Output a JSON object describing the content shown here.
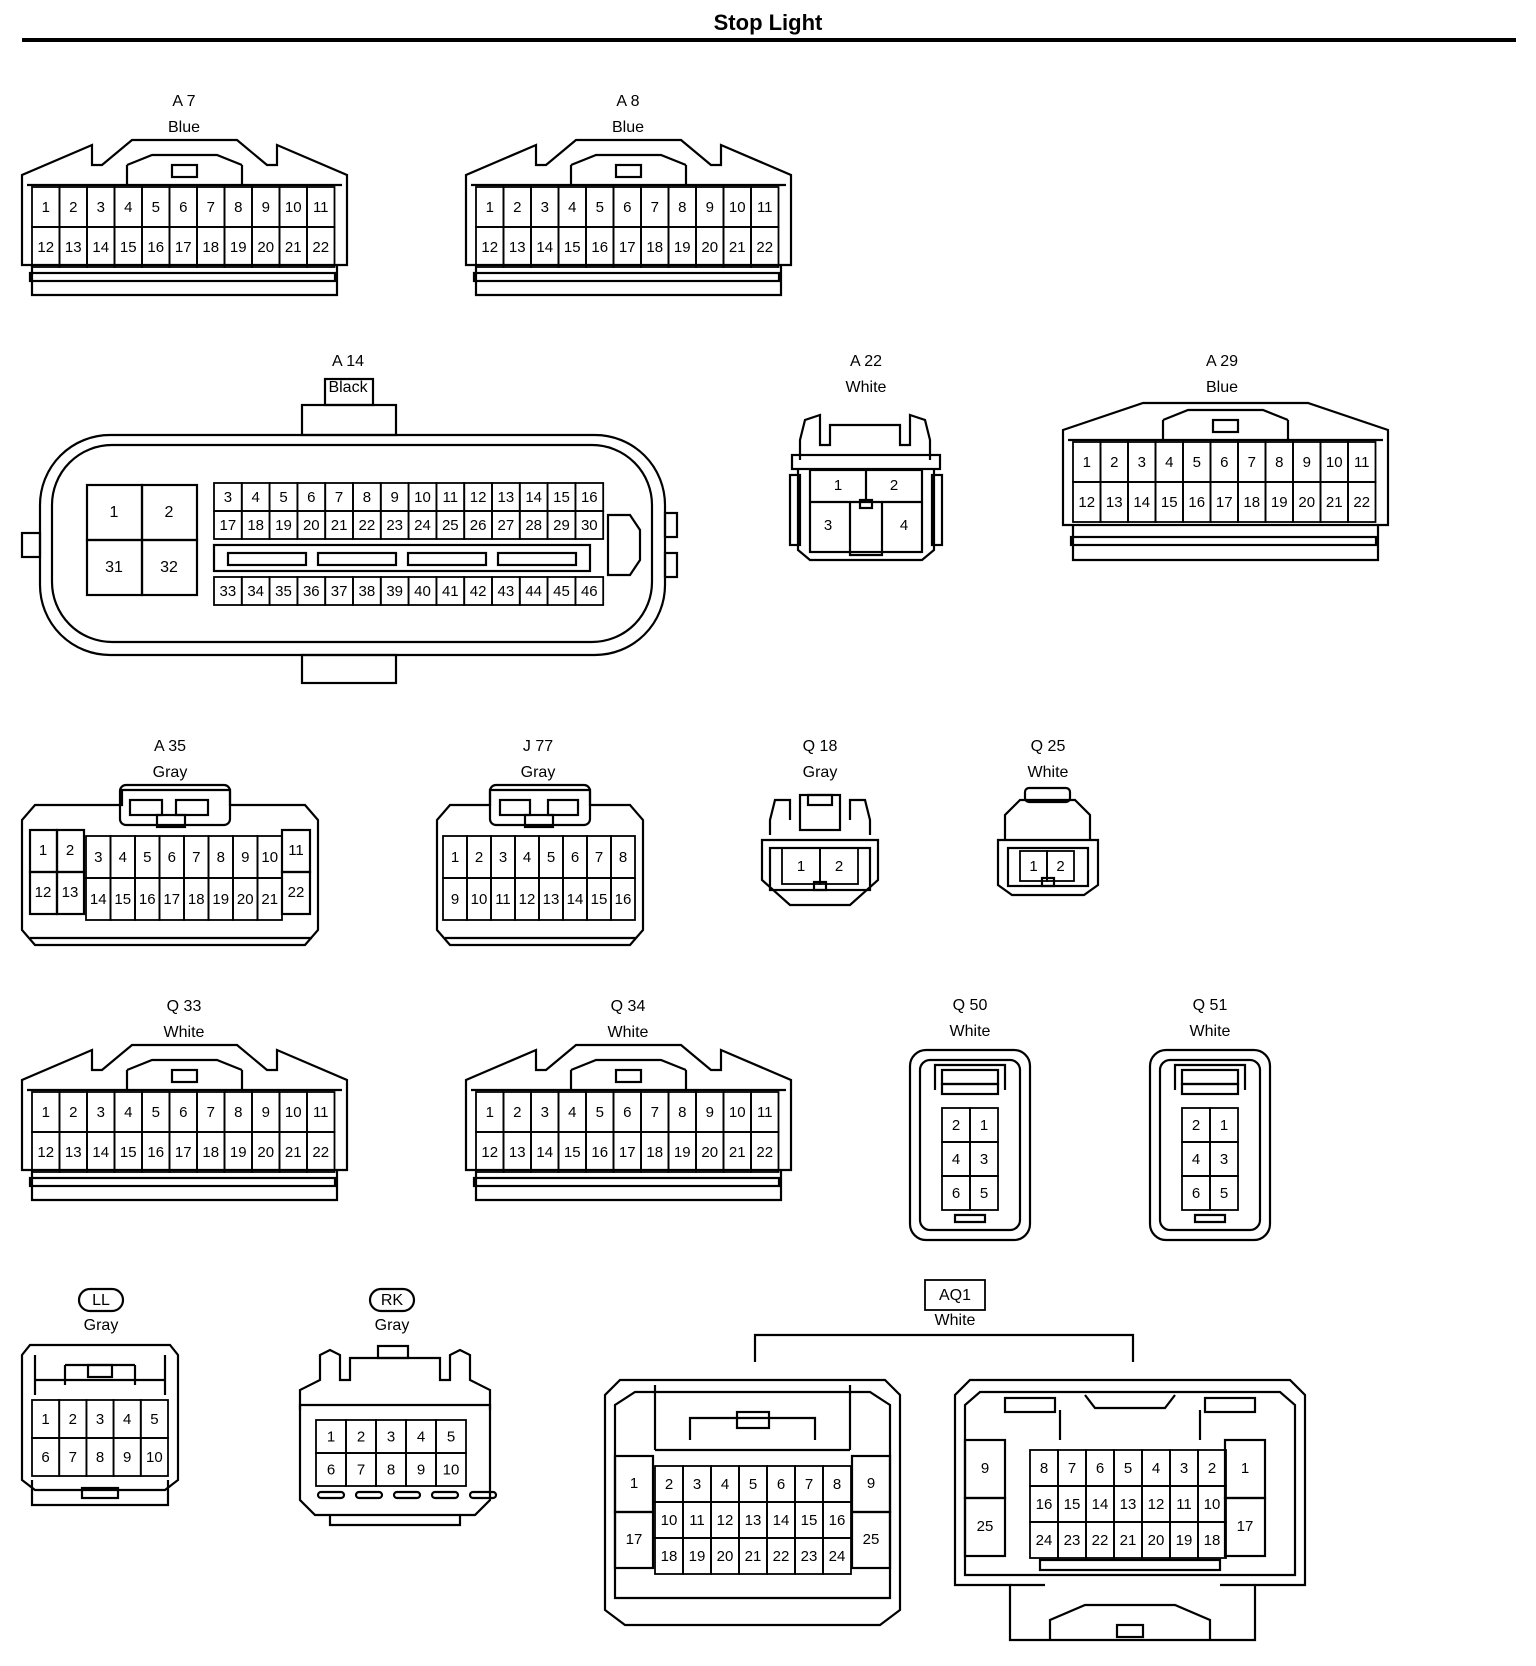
{
  "title": "Stop Light",
  "connectors": [
    {
      "id": "A7",
      "label": "A 7",
      "color": "Blue",
      "style": "plain",
      "pins": [
        [
          "1",
          "2",
          "3",
          "4",
          "5",
          "6",
          "7",
          "8",
          "9",
          "10",
          "11"
        ],
        [
          "12",
          "13",
          "14",
          "15",
          "16",
          "17",
          "18",
          "19",
          "20",
          "21",
          "22"
        ]
      ]
    },
    {
      "id": "A8",
      "label": "A 8",
      "color": "Blue",
      "style": "plain",
      "pins": [
        [
          "1",
          "2",
          "3",
          "4",
          "5",
          "6",
          "7",
          "8",
          "9",
          "10",
          "11"
        ],
        [
          "12",
          "13",
          "14",
          "15",
          "16",
          "17",
          "18",
          "19",
          "20",
          "21",
          "22"
        ]
      ]
    },
    {
      "id": "A14",
      "label": "A 14",
      "color": "Black",
      "style": "plain",
      "pins_left": [
        [
          "1",
          "2"
        ],
        [
          "31",
          "32"
        ]
      ],
      "pins": [
        [
          "3",
          "4",
          "5",
          "6",
          "7",
          "8",
          "9",
          "10",
          "11",
          "12",
          "13",
          "14",
          "15",
          "16"
        ],
        [
          "17",
          "18",
          "19",
          "20",
          "21",
          "22",
          "23",
          "24",
          "25",
          "26",
          "27",
          "28",
          "29",
          "30"
        ],
        [
          "33",
          "34",
          "35",
          "36",
          "37",
          "38",
          "39",
          "40",
          "41",
          "42",
          "43",
          "44",
          "45",
          "46"
        ]
      ]
    },
    {
      "id": "A22",
      "label": "A 22",
      "color": "White",
      "style": "plain",
      "pins": [
        [
          "1",
          "2"
        ],
        [
          "3",
          "4"
        ]
      ]
    },
    {
      "id": "A29",
      "label": "A 29",
      "color": "Blue",
      "style": "plain",
      "pins": [
        [
          "1",
          "2",
          "3",
          "4",
          "5",
          "6",
          "7",
          "8",
          "9",
          "10",
          "11"
        ],
        [
          "12",
          "13",
          "14",
          "15",
          "16",
          "17",
          "18",
          "19",
          "20",
          "21",
          "22"
        ]
      ]
    },
    {
      "id": "A35",
      "label": "A 35",
      "color": "Gray",
      "style": "plain",
      "pins": [
        [
          "1",
          "2",
          "3",
          "4",
          "5",
          "6",
          "7",
          "8",
          "9",
          "10",
          "11"
        ],
        [
          "12",
          "13",
          "14",
          "15",
          "16",
          "17",
          "18",
          "19",
          "20",
          "21",
          "22"
        ]
      ]
    },
    {
      "id": "J77",
      "label": "J 77",
      "color": "Gray",
      "style": "plain",
      "pins": [
        [
          "1",
          "2",
          "3",
          "4",
          "5",
          "6",
          "7",
          "8"
        ],
        [
          "9",
          "10",
          "11",
          "12",
          "13",
          "14",
          "15",
          "16"
        ]
      ]
    },
    {
      "id": "Q18",
      "label": "Q 18",
      "color": "Gray",
      "style": "plain",
      "pins": [
        [
          "1",
          "2"
        ]
      ]
    },
    {
      "id": "Q25",
      "label": "Q 25",
      "color": "White",
      "style": "plain",
      "pins": [
        [
          "1",
          "2"
        ]
      ]
    },
    {
      "id": "Q33",
      "label": "Q 33",
      "color": "White",
      "style": "plain",
      "pins": [
        [
          "1",
          "2",
          "3",
          "4",
          "5",
          "6",
          "7",
          "8",
          "9",
          "10",
          "11"
        ],
        [
          "12",
          "13",
          "14",
          "15",
          "16",
          "17",
          "18",
          "19",
          "20",
          "21",
          "22"
        ]
      ]
    },
    {
      "id": "Q34",
      "label": "Q 34",
      "color": "White",
      "style": "plain",
      "pins": [
        [
          "1",
          "2",
          "3",
          "4",
          "5",
          "6",
          "7",
          "8",
          "9",
          "10",
          "11"
        ],
        [
          "12",
          "13",
          "14",
          "15",
          "16",
          "17",
          "18",
          "19",
          "20",
          "21",
          "22"
        ]
      ]
    },
    {
      "id": "Q50",
      "label": "Q 50",
      "color": "White",
      "style": "plain",
      "pins": [
        [
          "2",
          "1"
        ],
        [
          "4",
          "3"
        ],
        [
          "6",
          "5"
        ]
      ]
    },
    {
      "id": "Q51",
      "label": "Q 51",
      "color": "White",
      "style": "plain",
      "pins": [
        [
          "2",
          "1"
        ],
        [
          "4",
          "3"
        ],
        [
          "6",
          "5"
        ]
      ]
    },
    {
      "id": "LL",
      "label": "LL",
      "color": "Gray",
      "style": "pill",
      "pins": [
        [
          "1",
          "2",
          "3",
          "4",
          "5"
        ],
        [
          "6",
          "7",
          "8",
          "9",
          "10"
        ]
      ]
    },
    {
      "id": "RK",
      "label": "RK",
      "color": "Gray",
      "style": "pill",
      "pins": [
        [
          "1",
          "2",
          "3",
          "4",
          "5"
        ],
        [
          "6",
          "7",
          "8",
          "9",
          "10"
        ]
      ]
    },
    {
      "id": "AQ1",
      "label": "AQ1",
      "color": "White",
      "style": "box",
      "left_part": {
        "side_top": [
          "1",
          "9"
        ],
        "side_bottom": [
          "17",
          "25"
        ],
        "pins": [
          [
            "2",
            "3",
            "4",
            "5",
            "6",
            "7",
            "8"
          ],
          [
            "10",
            "11",
            "12",
            "13",
            "14",
            "15",
            "16"
          ],
          [
            "18",
            "19",
            "20",
            "21",
            "22",
            "23",
            "24"
          ]
        ]
      },
      "right_part": {
        "side_top": [
          "9",
          "1"
        ],
        "side_bottom": [
          "25",
          "17"
        ],
        "pins": [
          [
            "8",
            "7",
            "6",
            "5",
            "4",
            "3",
            "2"
          ],
          [
            "16",
            "15",
            "14",
            "13",
            "12",
            "11",
            "10"
          ],
          [
            "24",
            "23",
            "22",
            "21",
            "20",
            "19",
            "18"
          ]
        ]
      }
    }
  ]
}
